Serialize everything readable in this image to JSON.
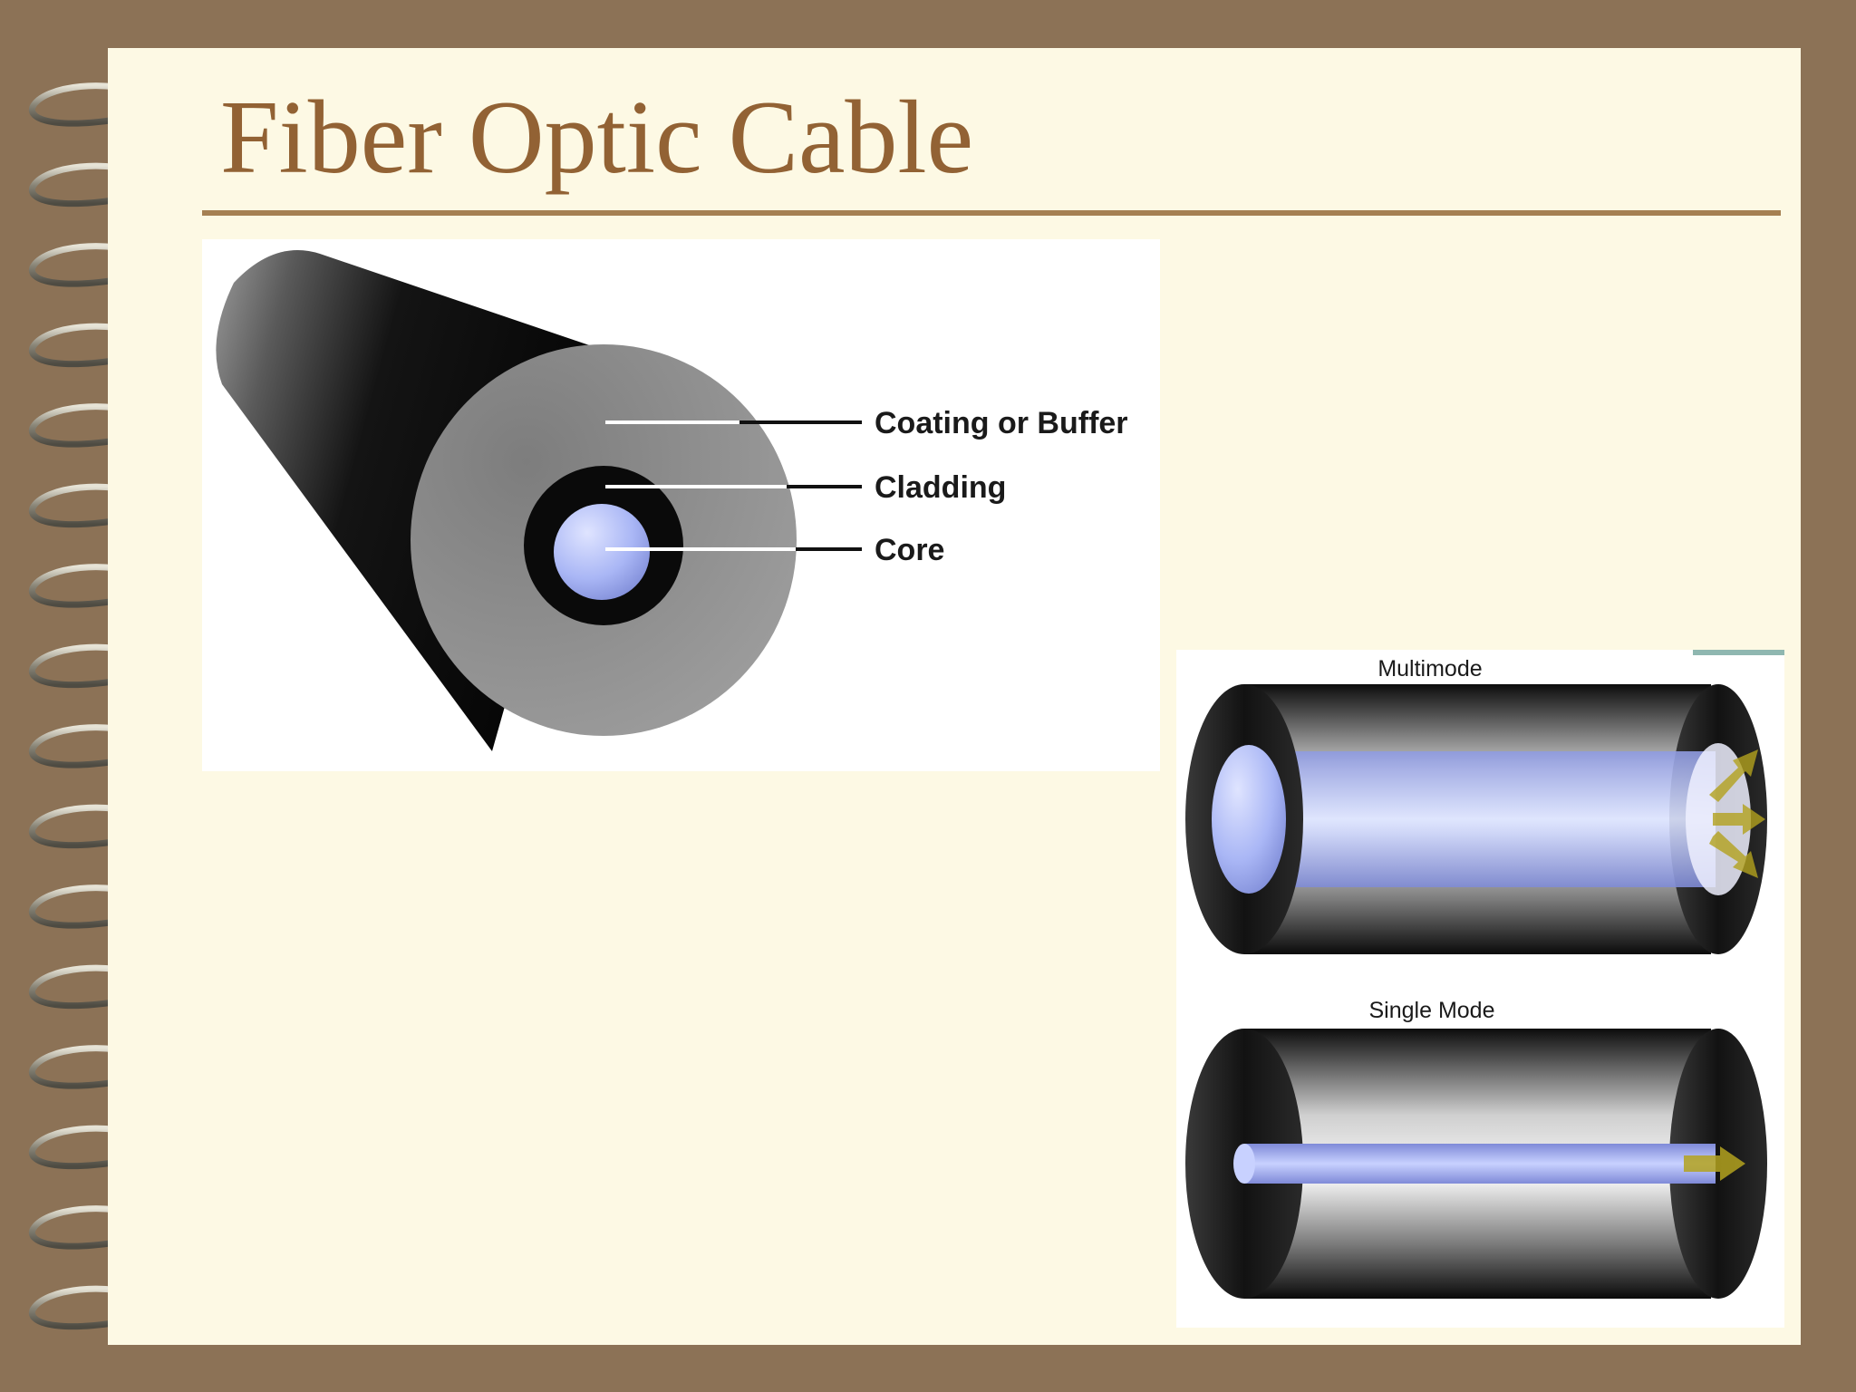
{
  "slide": {
    "title": "Fiber Optic Cable"
  },
  "cross_section": {
    "labels": {
      "coating": "Coating or Buffer",
      "cladding": "Cladding",
      "core": "Core"
    }
  },
  "fiber_modes": {
    "multimode_label": "Multimode",
    "single_mode_label": "Single Mode"
  },
  "colors": {
    "background": "#8c7256",
    "page": "#fdf9e4",
    "title": "#926234",
    "core_light": "#a9b6f5",
    "arrow": "#b3a21e"
  }
}
